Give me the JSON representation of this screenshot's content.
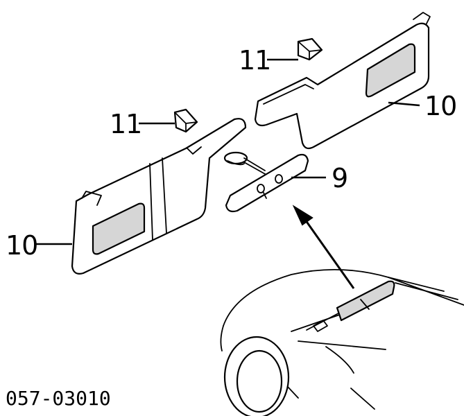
{
  "callouts": {
    "visor_right": "10",
    "visor_left": "10",
    "clip_right": "11",
    "clip_left": "11",
    "mirror": "9"
  },
  "diagram_code": "057-03010",
  "colors": {
    "line": "#000000",
    "shade": "#d6d6d6",
    "background": "#ffffff"
  }
}
